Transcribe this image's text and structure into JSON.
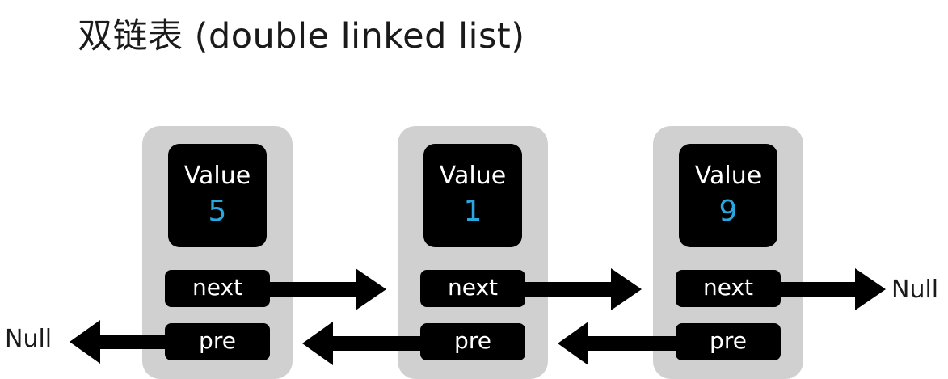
{
  "title": "双链表 (double linked list)",
  "value_color": "#2aa7e0",
  "nodes": [
    {
      "value_label": "Value",
      "value": "5",
      "next_label": "next",
      "pre_label": "pre"
    },
    {
      "value_label": "Value",
      "value": "1",
      "next_label": "next",
      "pre_label": "pre"
    },
    {
      "value_label": "Value",
      "value": "9",
      "next_label": "next",
      "pre_label": "pre"
    }
  ],
  "null_left": "Null",
  "null_right": "Null"
}
